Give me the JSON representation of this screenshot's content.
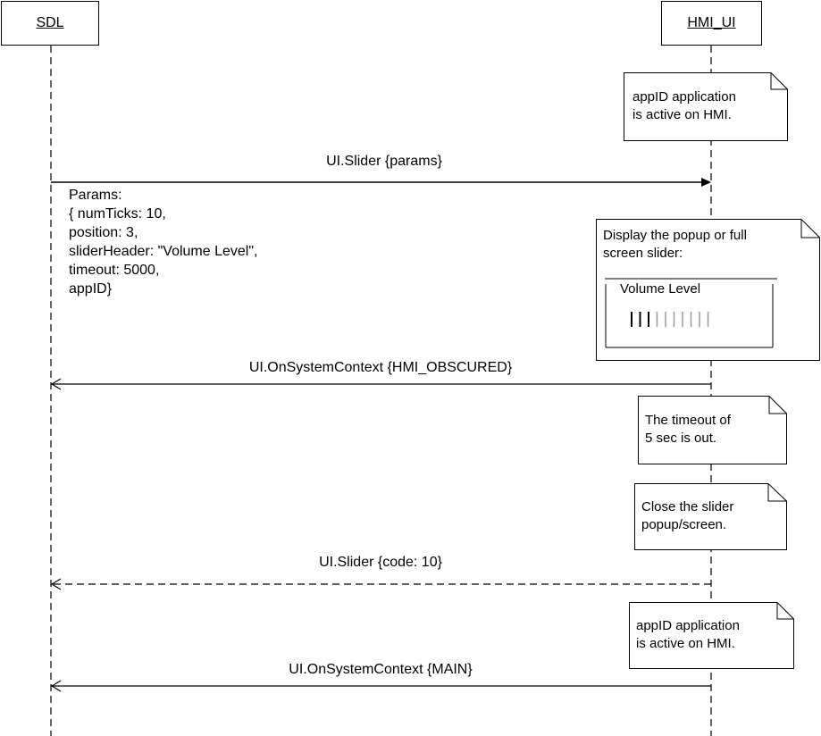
{
  "lifelines": {
    "sdl": "SDL",
    "hmi": "HMI_UI"
  },
  "notes": {
    "active_1": [
      "appID application",
      "is active on HMI."
    ],
    "display": [
      "Display the popup or full",
      "screen slider:"
    ],
    "slider_header": "Volume Level",
    "timeout": [
      "The timeout of",
      "5 sec is out."
    ],
    "close": [
      "Close the slider",
      "popup/screen."
    ],
    "active_2": [
      "appID application",
      "is active on HMI."
    ]
  },
  "messages": {
    "slider_request": "UI.Slider {params}",
    "obscured": "UI.OnSystemContext {HMI_OBSCURED}",
    "slider_response": "UI.Slider {code: 10}",
    "main": "UI.OnSystemContext {MAIN}"
  },
  "params": [
    "Params:",
    "{ numTicks: 10,",
    "position: 3,",
    "sliderHeader: \"Volume Level\",",
    "timeout: 5000,",
    "appID}"
  ],
  "slider": {
    "num_ticks": 10,
    "position": 3
  }
}
